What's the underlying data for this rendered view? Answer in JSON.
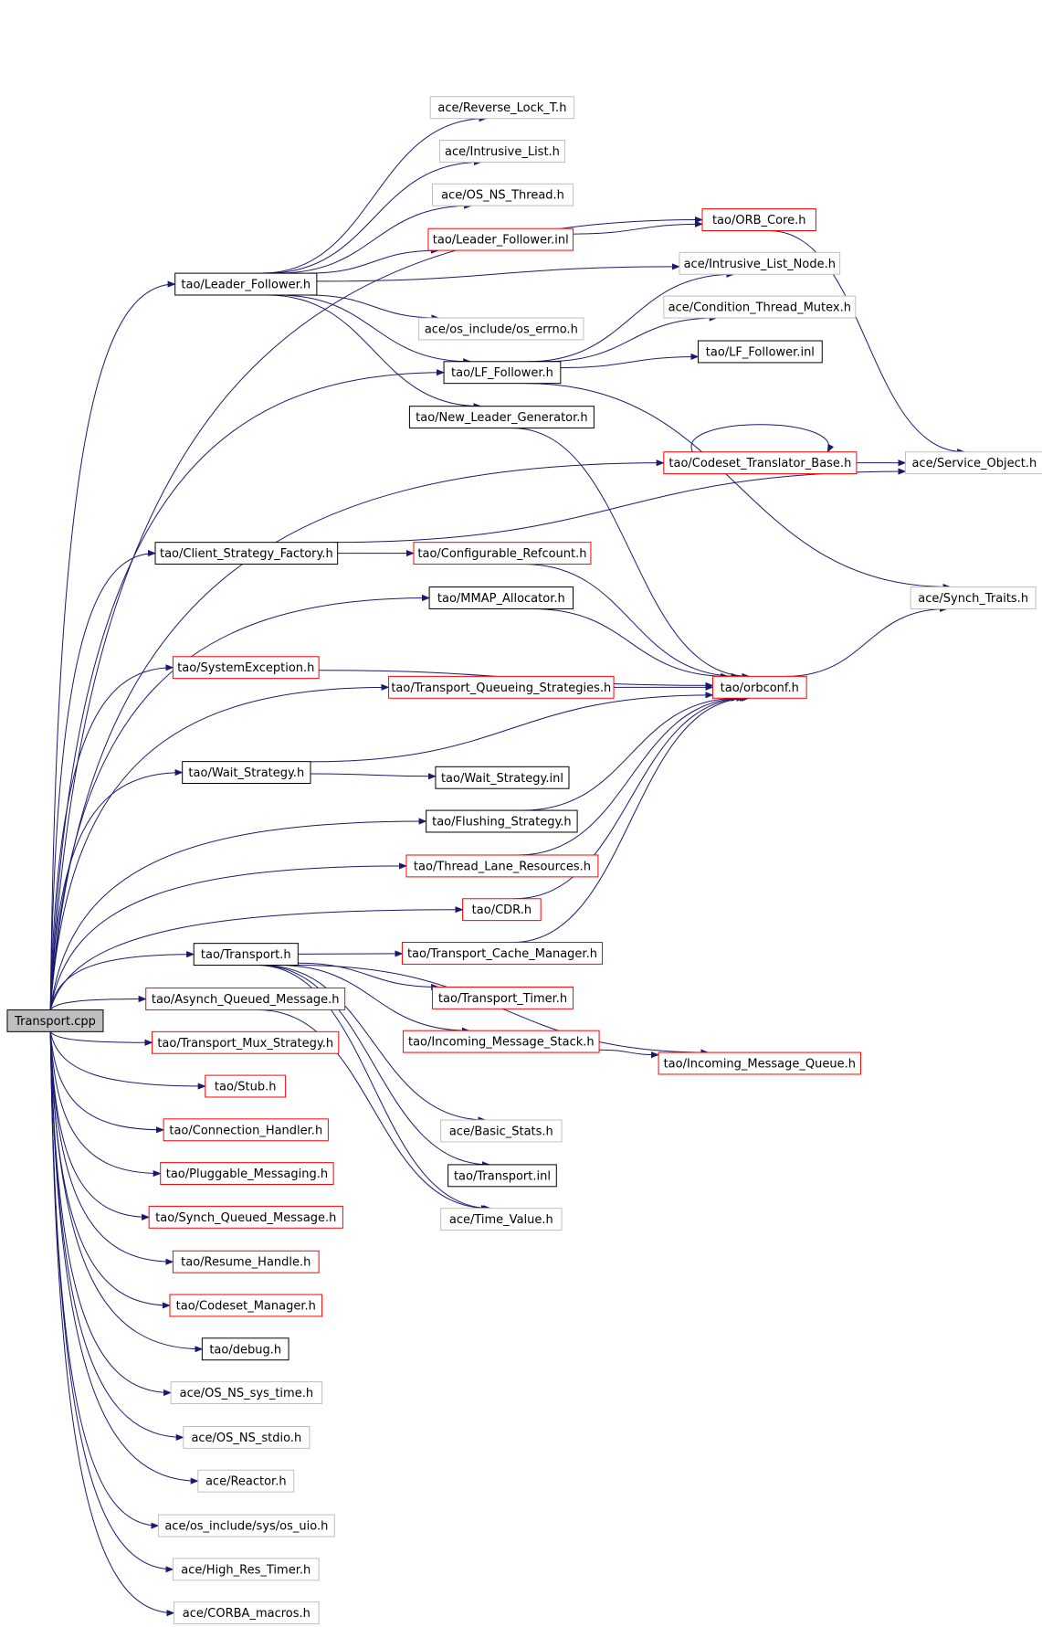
{
  "colors": {
    "edge": "#191970",
    "border_normal": "#000000",
    "border_truncated": "#ff0000",
    "border_external": "#bfbfbf",
    "root_fill": "#bfbfbf",
    "node_fill": "#ffffff",
    "text": "#000000"
  },
  "nodes": [
    {
      "id": "transport_cpp",
      "label": "Transport.cpp",
      "kind": "root"
    },
    {
      "id": "leader_follower_h",
      "label": "tao/Leader_Follower.h",
      "kind": "normal"
    },
    {
      "id": "reverse_lock",
      "label": "ace/Reverse_Lock_T.h",
      "kind": "external"
    },
    {
      "id": "intrusive_list",
      "label": "ace/Intrusive_List.h",
      "kind": "external"
    },
    {
      "id": "os_ns_thread",
      "label": "ace/OS_NS_Thread.h",
      "kind": "external"
    },
    {
      "id": "leader_follower_inl",
      "label": "tao/Leader_Follower.inl",
      "kind": "truncated"
    },
    {
      "id": "orb_core",
      "label": "tao/ORB_Core.h",
      "kind": "truncated"
    },
    {
      "id": "intrusive_list_node",
      "label": "ace/Intrusive_List_Node.h",
      "kind": "external"
    },
    {
      "id": "condition_thread_mutex",
      "label": "ace/Condition_Thread_Mutex.h",
      "kind": "external"
    },
    {
      "id": "os_errno",
      "label": "ace/os_include/os_errno.h",
      "kind": "external"
    },
    {
      "id": "lf_follower_h",
      "label": "tao/LF_Follower.h",
      "kind": "normal"
    },
    {
      "id": "lf_follower_inl",
      "label": "tao/LF_Follower.inl",
      "kind": "normal"
    },
    {
      "id": "new_leader_generator",
      "label": "tao/New_Leader_Generator.h",
      "kind": "normal"
    },
    {
      "id": "codeset_translator_base",
      "label": "tao/Codeset_Translator_Base.h",
      "kind": "truncated"
    },
    {
      "id": "service_object",
      "label": "ace/Service_Object.h",
      "kind": "external"
    },
    {
      "id": "client_strategy_factory",
      "label": "tao/Client_Strategy_Factory.h",
      "kind": "normal"
    },
    {
      "id": "configurable_refcount",
      "label": "tao/Configurable_Refcount.h",
      "kind": "truncated"
    },
    {
      "id": "synch_traits",
      "label": "ace/Synch_Traits.h",
      "kind": "external"
    },
    {
      "id": "mmap_allocator",
      "label": "tao/MMAP_Allocator.h",
      "kind": "normal"
    },
    {
      "id": "system_exception",
      "label": "tao/SystemException.h",
      "kind": "truncated"
    },
    {
      "id": "transport_queueing_strategies",
      "label": "tao/Transport_Queueing_Strategies.h",
      "kind": "truncated"
    },
    {
      "id": "orbconf",
      "label": "tao/orbconf.h",
      "kind": "truncated"
    },
    {
      "id": "wait_strategy_h",
      "label": "tao/Wait_Strategy.h",
      "kind": "normal"
    },
    {
      "id": "wait_strategy_inl",
      "label": "tao/Wait_Strategy.inl",
      "kind": "normal"
    },
    {
      "id": "flushing_strategy",
      "label": "tao/Flushing_Strategy.h",
      "kind": "normal"
    },
    {
      "id": "thread_lane_resources",
      "label": "tao/Thread_Lane_Resources.h",
      "kind": "truncated"
    },
    {
      "id": "cdr",
      "label": "tao/CDR.h",
      "kind": "truncated"
    },
    {
      "id": "transport_h",
      "label": "tao/Transport.h",
      "kind": "normal"
    },
    {
      "id": "transport_cache_manager",
      "label": "tao/Transport_Cache_Manager.h",
      "kind": "truncated"
    },
    {
      "id": "asynch_queued_message",
      "label": "tao/Asynch_Queued_Message.h",
      "kind": "truncated"
    },
    {
      "id": "transport_timer",
      "label": "tao/Transport_Timer.h",
      "kind": "truncated"
    },
    {
      "id": "transport_mux_strategy",
      "label": "tao/Transport_Mux_Strategy.h",
      "kind": "truncated"
    },
    {
      "id": "incoming_message_stack",
      "label": "tao/Incoming_Message_Stack.h",
      "kind": "truncated"
    },
    {
      "id": "incoming_message_queue",
      "label": "tao/Incoming_Message_Queue.h",
      "kind": "truncated"
    },
    {
      "id": "stub",
      "label": "tao/Stub.h",
      "kind": "truncated"
    },
    {
      "id": "basic_stats",
      "label": "ace/Basic_Stats.h",
      "kind": "external"
    },
    {
      "id": "connection_handler",
      "label": "tao/Connection_Handler.h",
      "kind": "truncated"
    },
    {
      "id": "transport_inl",
      "label": "tao/Transport.inl",
      "kind": "normal"
    },
    {
      "id": "pluggable_messaging",
      "label": "tao/Pluggable_Messaging.h",
      "kind": "truncated"
    },
    {
      "id": "time_value",
      "label": "ace/Time_Value.h",
      "kind": "external"
    },
    {
      "id": "synch_queued_message",
      "label": "tao/Synch_Queued_Message.h",
      "kind": "truncated"
    },
    {
      "id": "resume_handle",
      "label": "tao/Resume_Handle.h",
      "kind": "truncated"
    },
    {
      "id": "codeset_manager",
      "label": "tao/Codeset_Manager.h",
      "kind": "truncated"
    },
    {
      "id": "debug",
      "label": "tao/debug.h",
      "kind": "normal"
    },
    {
      "id": "os_ns_sys_time",
      "label": "ace/OS_NS_sys_time.h",
      "kind": "external"
    },
    {
      "id": "os_ns_stdio",
      "label": "ace/OS_NS_stdio.h",
      "kind": "external"
    },
    {
      "id": "reactor",
      "label": "ace/Reactor.h",
      "kind": "external"
    },
    {
      "id": "os_uio",
      "label": "ace/os_include/sys/os_uio.h",
      "kind": "external"
    },
    {
      "id": "high_res_timer",
      "label": "ace/High_Res_Timer.h",
      "kind": "external"
    },
    {
      "id": "corba_macros",
      "label": "ace/CORBA_macros.h",
      "kind": "external"
    }
  ],
  "edges": [
    [
      "transport_cpp",
      "leader_follower_h"
    ],
    [
      "transport_cpp",
      "orb_core"
    ],
    [
      "transport_cpp",
      "lf_follower_h"
    ],
    [
      "transport_cpp",
      "codeset_translator_base"
    ],
    [
      "transport_cpp",
      "client_strategy_factory"
    ],
    [
      "transport_cpp",
      "mmap_allocator"
    ],
    [
      "transport_cpp",
      "system_exception"
    ],
    [
      "transport_cpp",
      "transport_queueing_strategies"
    ],
    [
      "transport_cpp",
      "wait_strategy_h"
    ],
    [
      "transport_cpp",
      "flushing_strategy"
    ],
    [
      "transport_cpp",
      "thread_lane_resources"
    ],
    [
      "transport_cpp",
      "cdr"
    ],
    [
      "transport_cpp",
      "transport_h"
    ],
    [
      "transport_cpp",
      "asynch_queued_message"
    ],
    [
      "transport_cpp",
      "transport_mux_strategy"
    ],
    [
      "transport_cpp",
      "stub"
    ],
    [
      "transport_cpp",
      "connection_handler"
    ],
    [
      "transport_cpp",
      "pluggable_messaging"
    ],
    [
      "transport_cpp",
      "synch_queued_message"
    ],
    [
      "transport_cpp",
      "resume_handle"
    ],
    [
      "transport_cpp",
      "codeset_manager"
    ],
    [
      "transport_cpp",
      "debug"
    ],
    [
      "transport_cpp",
      "os_ns_sys_time"
    ],
    [
      "transport_cpp",
      "os_ns_stdio"
    ],
    [
      "transport_cpp",
      "reactor"
    ],
    [
      "transport_cpp",
      "os_uio"
    ],
    [
      "transport_cpp",
      "high_res_timer"
    ],
    [
      "transport_cpp",
      "corba_macros"
    ],
    [
      "leader_follower_h",
      "reverse_lock"
    ],
    [
      "leader_follower_h",
      "intrusive_list"
    ],
    [
      "leader_follower_h",
      "os_ns_thread"
    ],
    [
      "leader_follower_h",
      "leader_follower_inl"
    ],
    [
      "leader_follower_h",
      "intrusive_list_node"
    ],
    [
      "leader_follower_h",
      "os_errno"
    ],
    [
      "leader_follower_h",
      "lf_follower_h"
    ],
    [
      "leader_follower_h",
      "new_leader_generator"
    ],
    [
      "leader_follower_inl",
      "orb_core"
    ],
    [
      "orb_core",
      "service_object"
    ],
    [
      "lf_follower_h",
      "intrusive_list_node"
    ],
    [
      "lf_follower_h",
      "condition_thread_mutex"
    ],
    [
      "lf_follower_h",
      "lf_follower_inl"
    ],
    [
      "lf_follower_h",
      "synch_traits"
    ],
    [
      "new_leader_generator",
      "orbconf"
    ],
    [
      "codeset_translator_base",
      "codeset_translator_base"
    ],
    [
      "codeset_translator_base",
      "service_object"
    ],
    [
      "client_strategy_factory",
      "service_object"
    ],
    [
      "client_strategy_factory",
      "configurable_refcount"
    ],
    [
      "configurable_refcount",
      "orbconf"
    ],
    [
      "mmap_allocator",
      "orbconf"
    ],
    [
      "system_exception",
      "orbconf"
    ],
    [
      "transport_queueing_strategies",
      "orbconf"
    ],
    [
      "wait_strategy_h",
      "orbconf"
    ],
    [
      "wait_strategy_h",
      "wait_strategy_inl"
    ],
    [
      "flushing_strategy",
      "orbconf"
    ],
    [
      "thread_lane_resources",
      "orbconf"
    ],
    [
      "cdr",
      "orbconf"
    ],
    [
      "orbconf",
      "synch_traits"
    ],
    [
      "transport_h",
      "transport_cache_manager"
    ],
    [
      "transport_h",
      "transport_timer"
    ],
    [
      "transport_h",
      "incoming_message_stack"
    ],
    [
      "transport_h",
      "incoming_message_queue"
    ],
    [
      "transport_h",
      "basic_stats"
    ],
    [
      "transport_h",
      "transport_inl"
    ],
    [
      "transport_h",
      "time_value"
    ],
    [
      "transport_cache_manager",
      "orbconf"
    ],
    [
      "asynch_queued_message",
      "time_value"
    ],
    [
      "incoming_message_stack",
      "incoming_message_queue"
    ]
  ]
}
